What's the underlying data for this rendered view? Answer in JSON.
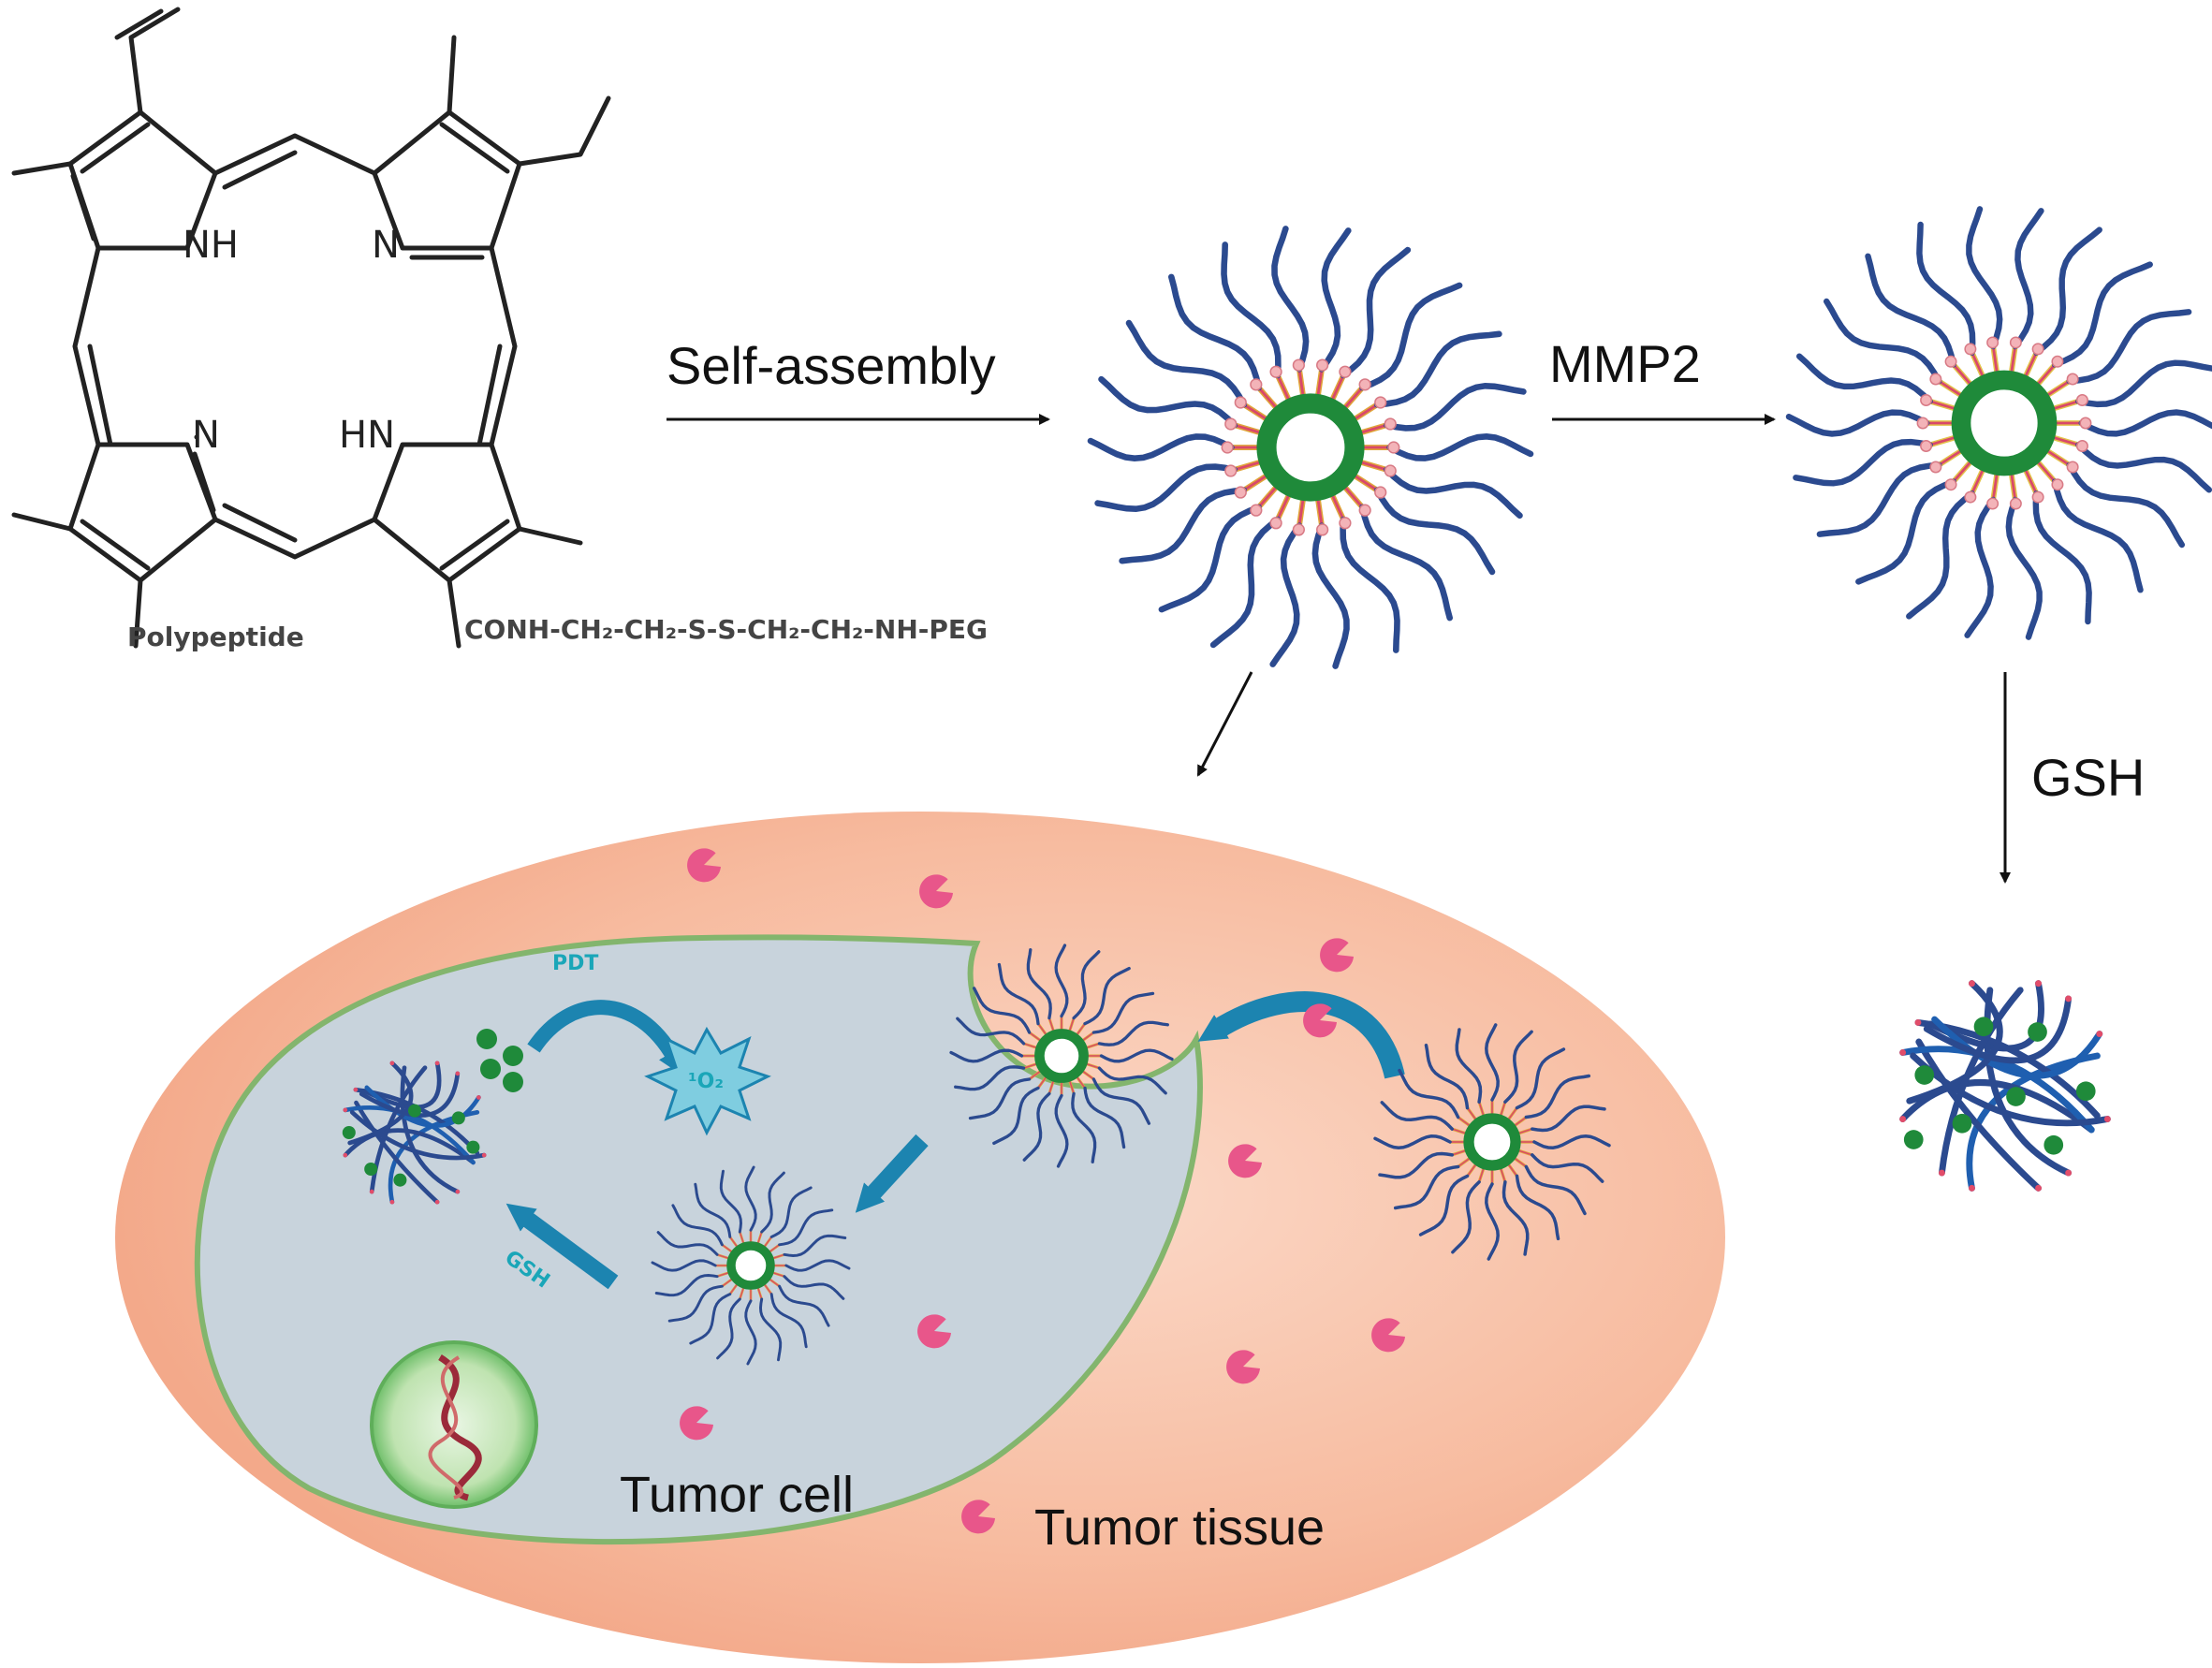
{
  "molecule": {
    "atom_labels": [
      "NH",
      "N",
      "N",
      "HN"
    ],
    "substituent_left": "Polypeptide",
    "substituent_right": "CONH-CH₂-CH₂-S-S-CH₂-CH₂-NH-PEG"
  },
  "steps": {
    "self_assembly": "Self-assembly",
    "mmp2": "MMP2",
    "gsh": "GSH"
  },
  "cell": {
    "pdt": "PDT",
    "singlet_oxygen": "¹O₂",
    "gsh_inner": "GSH",
    "tumor_cell": "Tumor cell",
    "tumor_tissue": "Tumor tissue"
  },
  "colors": {
    "chain": "#2b4a8f",
    "core": "#1f8a3a",
    "membrane": "#8fbf7a",
    "cytoplasm": "#c9d4dc",
    "tissue": "#f6b89a",
    "arrow_blue": "#1c84b0",
    "enzyme": "#e8568a"
  }
}
